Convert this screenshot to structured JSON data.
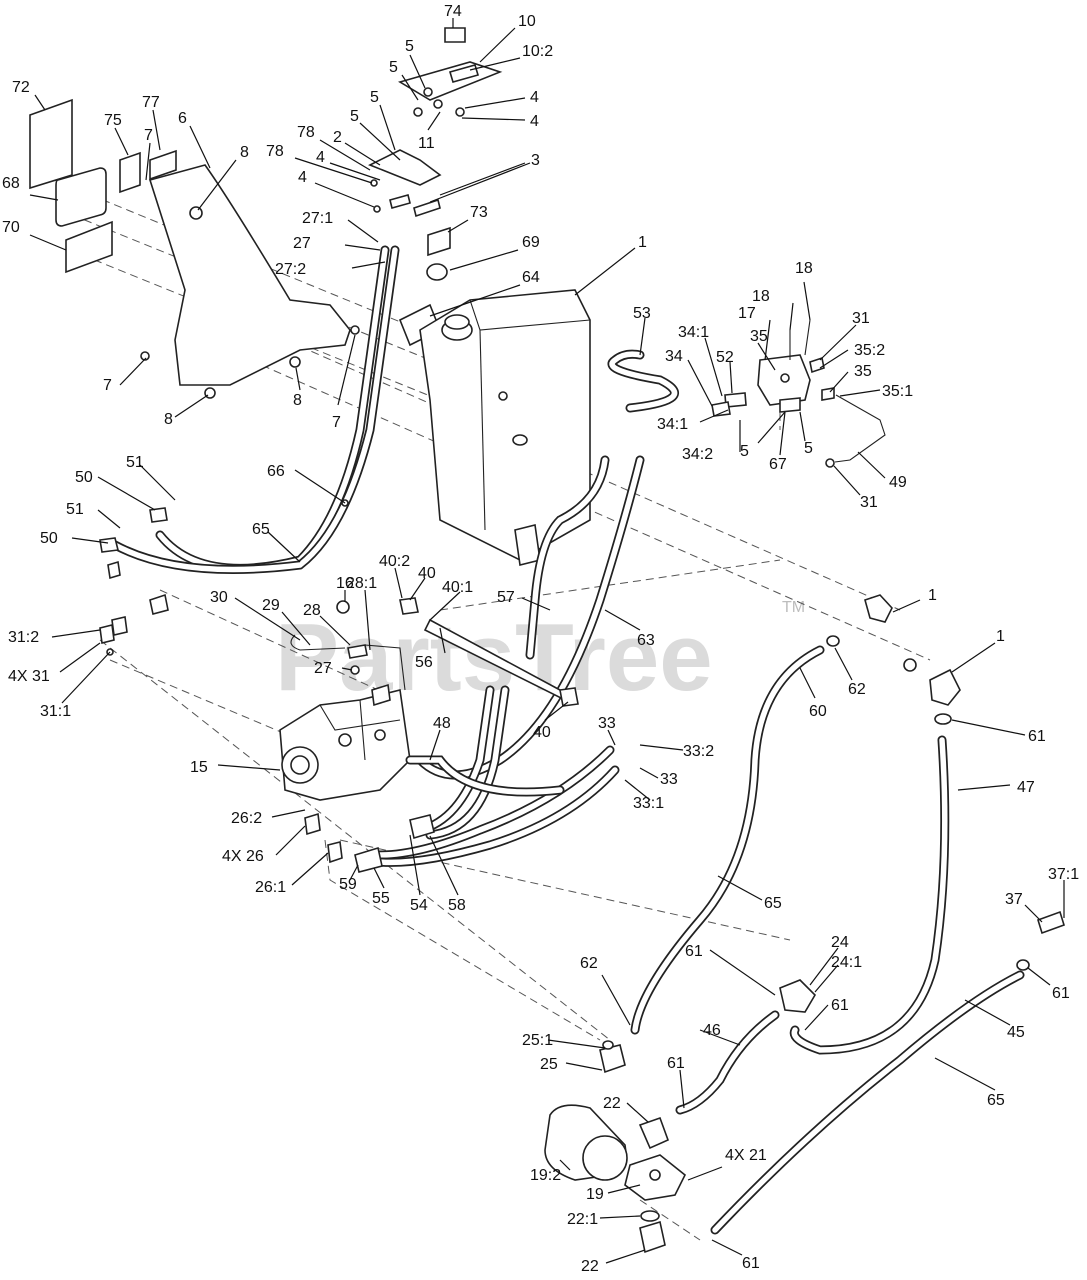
{
  "watermark": {
    "text": "PartsTree",
    "tm": "TM"
  },
  "callouts": [
    {
      "t": "74"
    },
    {
      "t": "10"
    },
    {
      "t": "5"
    },
    {
      "t": "10:2"
    },
    {
      "t": "5"
    },
    {
      "t": "4"
    },
    {
      "t": "4"
    },
    {
      "t": "11"
    },
    {
      "t": "72"
    },
    {
      "t": "77"
    },
    {
      "t": "75"
    },
    {
      "t": "7"
    },
    {
      "t": "6"
    },
    {
      "t": "5"
    },
    {
      "t": "5"
    },
    {
      "t": "78"
    },
    {
      "t": "2"
    },
    {
      "t": "78"
    },
    {
      "t": "4"
    },
    {
      "t": "8"
    },
    {
      "t": "3"
    },
    {
      "t": "4"
    },
    {
      "t": "68"
    },
    {
      "t": "70"
    },
    {
      "t": "27:1"
    },
    {
      "t": "27"
    },
    {
      "t": "27:2"
    },
    {
      "t": "73"
    },
    {
      "t": "69"
    },
    {
      "t": "1"
    },
    {
      "t": "64"
    },
    {
      "t": "18"
    },
    {
      "t": "18"
    },
    {
      "t": "53"
    },
    {
      "t": "17"
    },
    {
      "t": "31"
    },
    {
      "t": "34:1"
    },
    {
      "t": "35"
    },
    {
      "t": "35:2"
    },
    {
      "t": "34"
    },
    {
      "t": "52"
    },
    {
      "t": "35"
    },
    {
      "t": "35:1"
    },
    {
      "t": "7"
    },
    {
      "t": "8"
    },
    {
      "t": "7"
    },
    {
      "t": "8"
    },
    {
      "t": "34:1"
    },
    {
      "t": "5"
    },
    {
      "t": "5"
    },
    {
      "t": "34:2"
    },
    {
      "t": "67"
    },
    {
      "t": "49"
    },
    {
      "t": "31"
    },
    {
      "t": "66"
    },
    {
      "t": "51"
    },
    {
      "t": "50"
    },
    {
      "t": "51"
    },
    {
      "t": "65"
    },
    {
      "t": "50"
    },
    {
      "t": "40:2"
    },
    {
      "t": "40"
    },
    {
      "t": "16"
    },
    {
      "t": "28:1"
    },
    {
      "t": "40:1"
    },
    {
      "t": "57"
    },
    {
      "t": "30"
    },
    {
      "t": "29"
    },
    {
      "t": "28"
    },
    {
      "t": "1"
    },
    {
      "t": "63"
    },
    {
      "t": "31:2"
    },
    {
      "t": "1"
    },
    {
      "t": "56"
    },
    {
      "t": "4X 31"
    },
    {
      "t": "27"
    },
    {
      "t": "62"
    },
    {
      "t": "31:1"
    },
    {
      "t": "60"
    },
    {
      "t": "48"
    },
    {
      "t": "40"
    },
    {
      "t": "61"
    },
    {
      "t": "33"
    },
    {
      "t": "33:2"
    },
    {
      "t": "15"
    },
    {
      "t": "33"
    },
    {
      "t": "47"
    },
    {
      "t": "33:1"
    },
    {
      "t": "26:2"
    },
    {
      "t": "4X 26"
    },
    {
      "t": "26:1"
    },
    {
      "t": "59"
    },
    {
      "t": "55"
    },
    {
      "t": "54"
    },
    {
      "t": "58"
    },
    {
      "t": "65"
    },
    {
      "t": "37:1"
    },
    {
      "t": "37"
    },
    {
      "t": "24"
    },
    {
      "t": "24:1"
    },
    {
      "t": "61"
    },
    {
      "t": "62"
    },
    {
      "t": "61"
    },
    {
      "t": "61"
    },
    {
      "t": "46"
    },
    {
      "t": "45"
    },
    {
      "t": "25:1"
    },
    {
      "t": "25"
    },
    {
      "t": "61"
    },
    {
      "t": "22"
    },
    {
      "t": "65"
    },
    {
      "t": "4X 21"
    },
    {
      "t": "19:2"
    },
    {
      "t": "19"
    },
    {
      "t": "22:1"
    },
    {
      "t": "22"
    },
    {
      "t": "61"
    }
  ]
}
